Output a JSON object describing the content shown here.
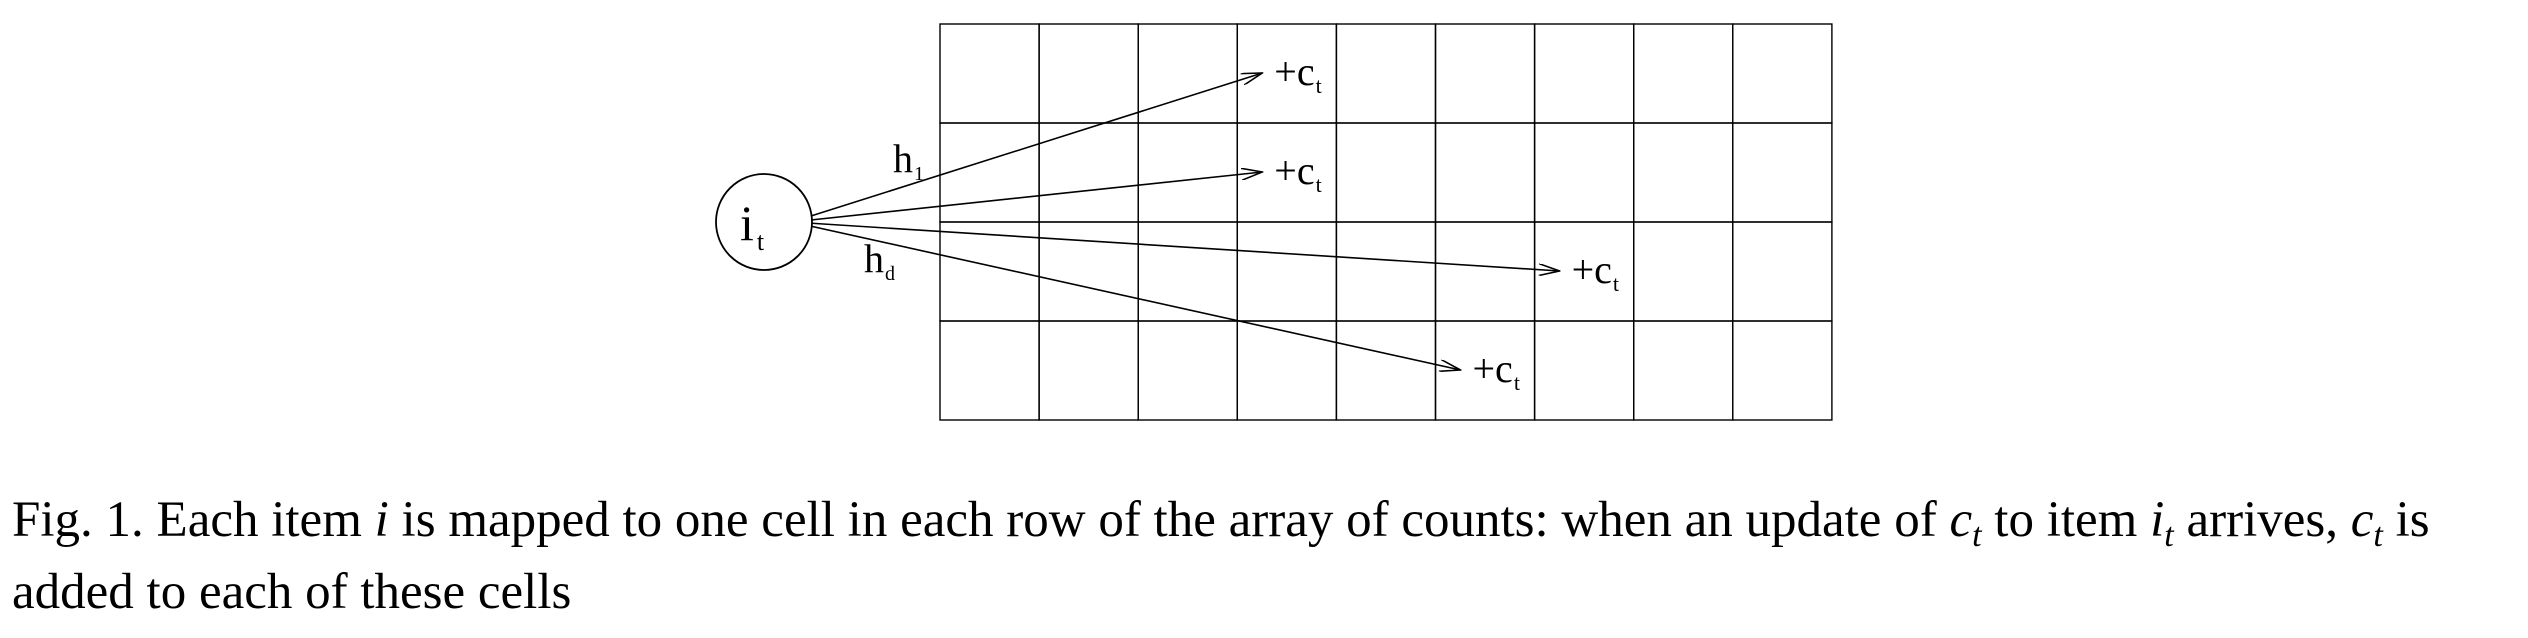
{
  "figure": {
    "item_label": {
      "base": "i",
      "sub": "t"
    },
    "hash_labels": [
      {
        "base": "h",
        "sub": "1"
      },
      {
        "base": "h",
        "sub": "d"
      }
    ],
    "grid": {
      "rows": 4,
      "cols": 9
    },
    "updates": [
      {
        "row": 0,
        "col": 3,
        "label": {
          "prefix": "+c",
          "sub": "t"
        }
      },
      {
        "row": 1,
        "col": 3,
        "label": {
          "prefix": "+c",
          "sub": "t"
        }
      },
      {
        "row": 2,
        "col": 6,
        "label": {
          "prefix": "+c",
          "sub": "t"
        }
      },
      {
        "row": 3,
        "col": 5,
        "label": {
          "prefix": "+c",
          "sub": "t"
        }
      }
    ]
  },
  "caption": {
    "fig_label": "Fig. 1.",
    "t1": " Each item ",
    "v_i": "i",
    "t2": " is mapped to one cell in each row of the array of counts: when an update of ",
    "v_c": "c",
    "sub_t": "t",
    "t3": " to item ",
    "v_i2": "i",
    "sub_t2": "t",
    "t4": " arrives, ",
    "v_c2": "c",
    "sub_t3": "t",
    "t5": " is added to each of these cells"
  }
}
